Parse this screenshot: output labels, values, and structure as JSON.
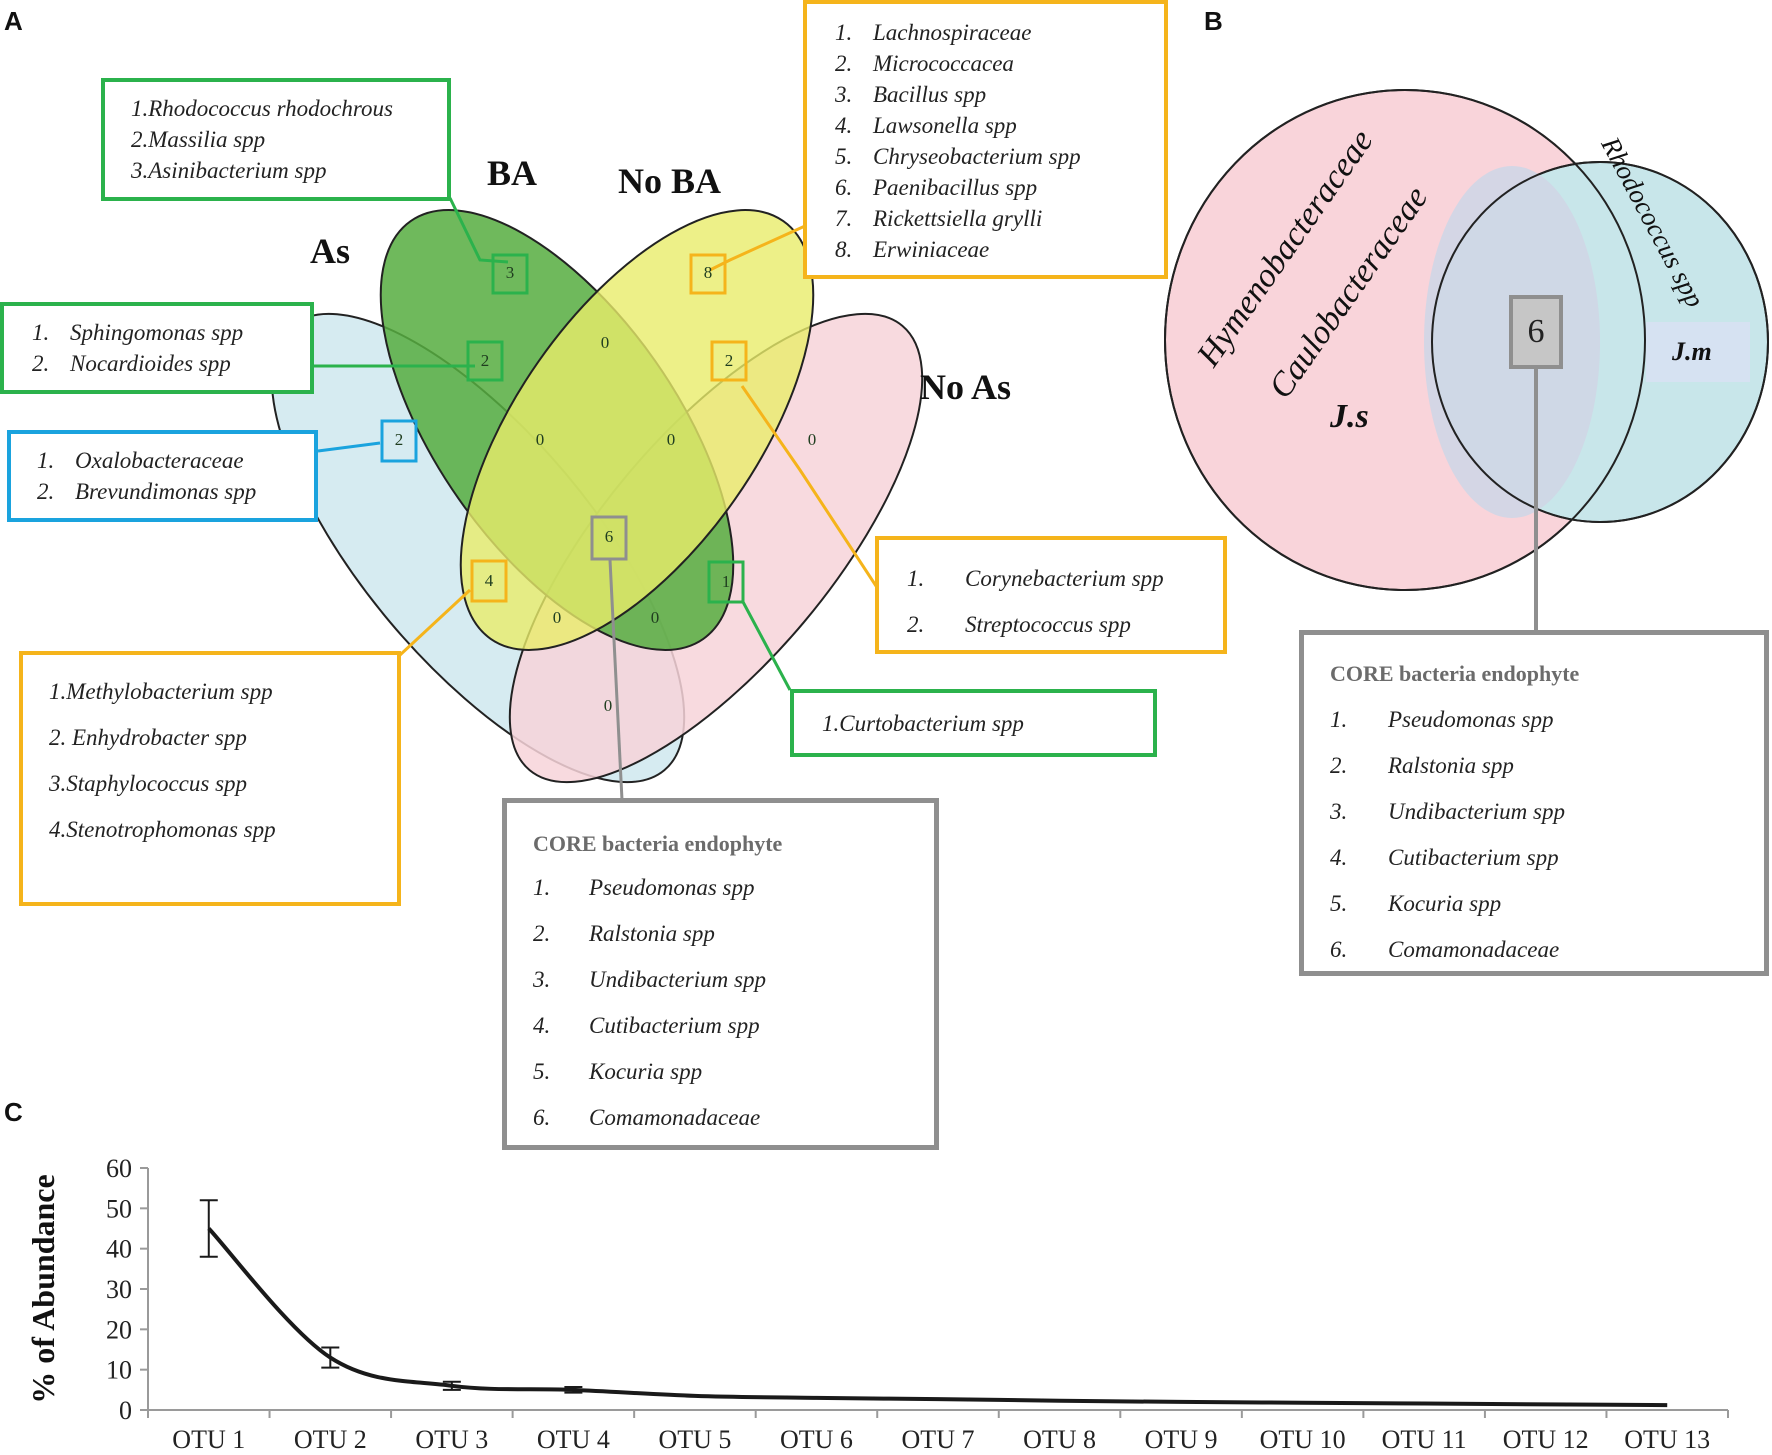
{
  "panels": {
    "a": "A",
    "b": "B",
    "c": "C"
  },
  "venn4": {
    "sets": {
      "as": "As",
      "ba": "BA",
      "no_ba": "No BA",
      "no_as": "No As"
    },
    "counts": {
      "as_only": "2",
      "ba_only": "3",
      "noba_only": "8",
      "noas_only": "0",
      "as_ba": "2",
      "ba_noba": "0",
      "noba_noas": "2",
      "as_noba": "4",
      "ba_noas": "1",
      "as_ba_noba": "0",
      "ba_noba_noas": "0",
      "as_noba_noas": "0",
      "as_ba_noas": "0",
      "core": "6",
      "as_noas": "0"
    }
  },
  "boxes": {
    "rhodo": {
      "items": [
        "1.Rhodococcus rhodochrous",
        "2.Massilia spp",
        "3.Asinibacterium spp"
      ]
    },
    "sphingo": {
      "nums": [
        "1.",
        "2."
      ],
      "items": [
        "Sphingomonas spp",
        "Nocardioides spp"
      ]
    },
    "oxalo": {
      "nums": [
        "1.",
        "2."
      ],
      "items": [
        "Oxalobacteraceae",
        "Brevundimonas spp"
      ]
    },
    "methylo": {
      "items": [
        "1.Methylobacterium spp",
        "2. Enhydrobacter spp",
        "3.Staphylococcus spp",
        "4.Stenotrophomonas spp"
      ]
    },
    "lachno": {
      "nums": [
        "1.",
        "2.",
        "3.",
        "4.",
        "5.",
        "6.",
        "7.",
        "8."
      ],
      "items": [
        "Lachnospiraceae",
        "Micrococcacea",
        "Bacillus spp",
        "Lawsonella spp",
        "Chryseobacterium spp",
        "Paenibacillus spp",
        "Rickettsiella grylli",
        "Erwiniaceae"
      ]
    },
    "coryne": {
      "nums": [
        "1.",
        "2."
      ],
      "items": [
        "Corynebacterium spp",
        "Streptococcus spp"
      ]
    },
    "curto": {
      "items": [
        "1.Curtobacterium spp"
      ]
    },
    "core_a": {
      "header": "CORE bacteria endophyte",
      "nums": [
        "1.",
        "2.",
        "3.",
        "4.",
        "5.",
        "6."
      ],
      "items": [
        "Pseudomonas spp",
        "Ralstonia spp",
        "Undibacterium spp",
        "Cutibacterium spp",
        "Kocuria spp",
        "Comamonadaceae"
      ]
    },
    "core_b": {
      "header": "CORE bacteria endophyte",
      "nums": [
        "1.",
        "2.",
        "3.",
        "4.",
        "5.",
        "6."
      ],
      "items": [
        "Pseudomonas spp",
        "Ralstonia spp",
        "Undibacterium spp",
        "Cutibacterium spp",
        "Kocuria spp",
        "Comamonadaceae"
      ]
    }
  },
  "venn2": {
    "js_label": "J.s",
    "jm_label": "J.m",
    "js_taxa": [
      "Hymenobacteraceae",
      "Caulobacteraceae"
    ],
    "jm_taxa": [
      "Rhodococcus spp"
    ],
    "shared": "6"
  },
  "chart_data": {
    "type": "line",
    "categories": [
      "OTU 1",
      "OTU 2",
      "OTU 3",
      "OTU 4",
      "OTU 5",
      "OTU 6",
      "OTU 7",
      "OTU 8",
      "OTU 9",
      "OTU 10",
      "OTU 11",
      "OTU 12",
      "OTU 13"
    ],
    "values": [
      45,
      13,
      6,
      5,
      3.5,
      3,
      2.7,
      2.3,
      2,
      1.8,
      1.6,
      1.4,
      1.2
    ],
    "errors": [
      7,
      2.5,
      1,
      0.7,
      0,
      0,
      0,
      0,
      0,
      0,
      0,
      0,
      0
    ],
    "ylabel": "% of Abundance",
    "xlabel": "",
    "ylim": [
      0,
      60
    ],
    "yticks": [
      "0",
      "10",
      "20",
      "30",
      "40",
      "50",
      "60"
    ],
    "grid": false,
    "colors": {
      "line": "#1a1a1a",
      "axis": "#9a9a9a"
    }
  },
  "colors": {
    "as": "#cfe7ee",
    "ba": "#56ad3f",
    "no_ba": "#eef06e",
    "no_as": "#f7d3d9",
    "center": "#84c341",
    "green": "#2bb24c",
    "orange": "#f5b41b",
    "blue": "#1aa3de",
    "grey": "#8f8f8f",
    "js": "#f9d4da",
    "jm": "#c8e6ea",
    "overlap": "#cfd6e6"
  }
}
